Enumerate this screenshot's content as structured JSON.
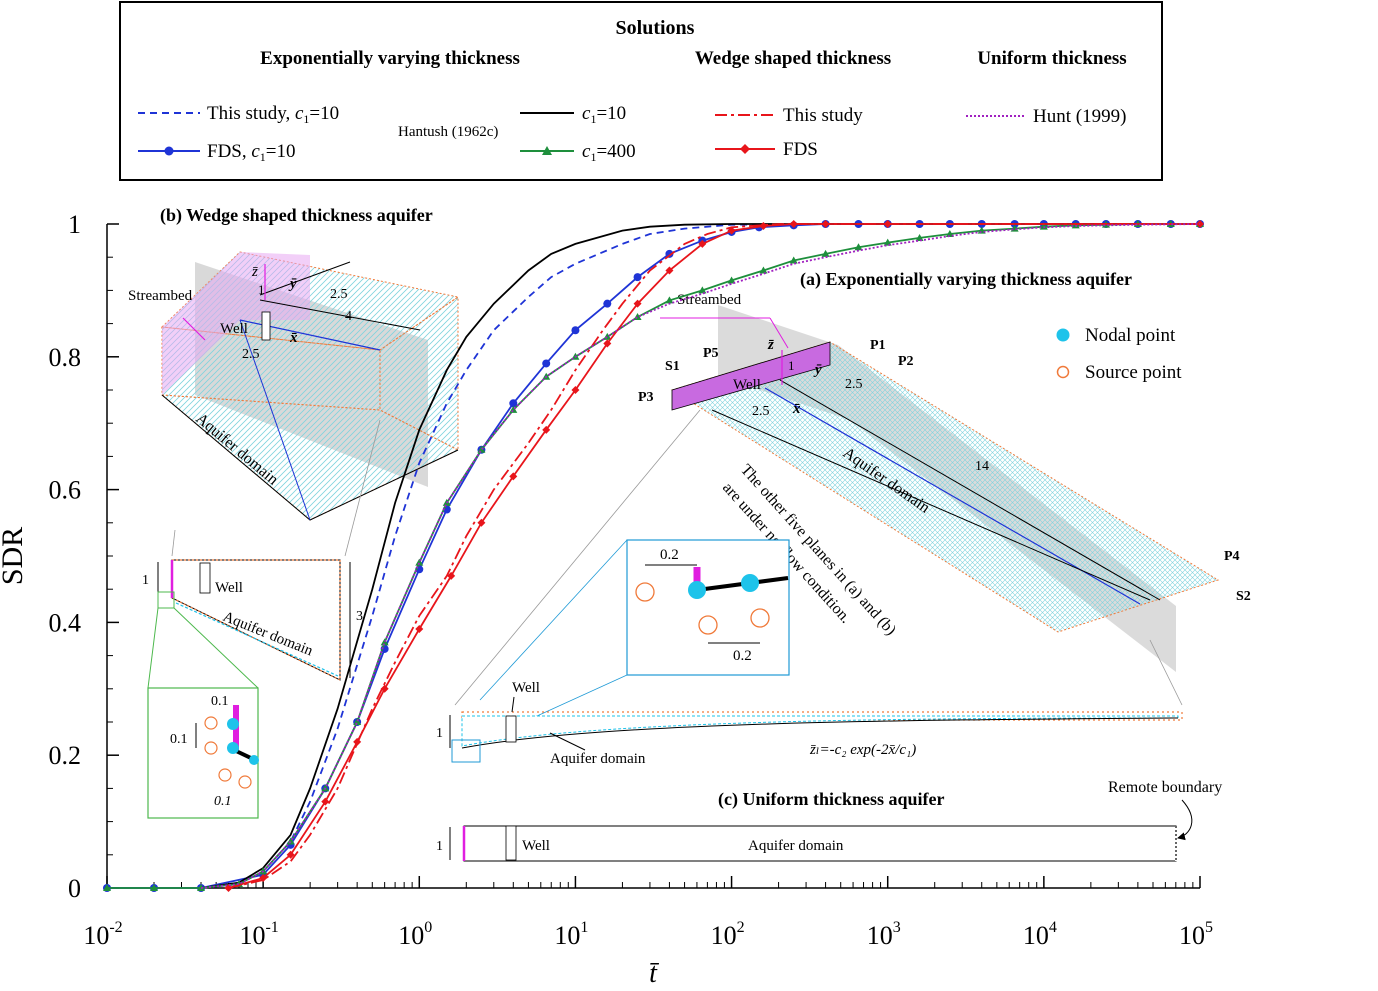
{
  "legend": {
    "title": "Solutions",
    "groups": {
      "exp": "Exponentially varying thickness",
      "wedge": "Wedge shaped thickness",
      "uniform": "Uniform thickness"
    },
    "entries": {
      "this_study_c10": "This study, ",
      "fds_c10": "FDS,  ",
      "c_eq_10": "=10",
      "c_eq_400": "=400",
      "c_sym": "c",
      "c_sub": "1",
      "hantush": "Hantush (1962c)",
      "wedge_this": "This study",
      "wedge_fds": "FDS",
      "hunt": "Hunt (1999)"
    }
  },
  "insets": {
    "b_title": "(b) Wedge shaped thickness aquifer",
    "a_title": "(a) Exponentially varying thickness aquifer",
    "c_title": "(c) Uniform thickness aquifer",
    "streambed": "Streambed",
    "well": "Well",
    "aquifer_domain": "Aquifer domain",
    "nodal_point": "Nodal point",
    "source_point": "Source point",
    "remote_boundary": "Remote boundary",
    "no_flow_line1": "The other five planes in (a) and (b)",
    "no_flow_line2": "are under no-flow condition.",
    "formula": "z̄ₗ=-c₂ exp(-2x̄/c₁)",
    "dims": {
      "one": "1",
      "two_five": "2.5",
      "four": "4",
      "three": "3",
      "fourteen": "14",
      "zero_two": "0.2",
      "zero_one": "0.1"
    },
    "axis_labels": {
      "z": "z̄",
      "y": "ȳ",
      "x": "x̄"
    },
    "points": [
      "S1",
      "P5",
      "P3",
      "P1",
      "P2",
      "P4",
      "S2"
    ]
  },
  "colors": {
    "blue": "#1f34d6",
    "black": "#000000",
    "green": "#1e8f3c",
    "red": "#e8151b",
    "purple": "#a020c0",
    "cyan": "#1ec3ea",
    "orange": "#f07a3a",
    "magenta": "#e01ee0",
    "mesh": "#7fd3dd"
  },
  "chart_data": {
    "type": "line",
    "xlabel": "t̄",
    "ylabel": "SDR",
    "xscale": "log",
    "xlim": [
      0.01,
      100000
    ],
    "ylim": [
      0,
      1
    ],
    "x_ticks": [
      "-2",
      "-1",
      "0",
      "1",
      "2",
      "3",
      "4",
      "5"
    ],
    "y_ticks": [
      "0",
      "0.2",
      "0.4",
      "0.6",
      "0.8",
      "1"
    ],
    "series": [
      {
        "key": "exp_this",
        "color": "#1f34d6",
        "dash": "7,5",
        "marker": "none",
        "x": [
          0.04,
          0.07,
          0.1,
          0.15,
          0.2,
          0.3,
          0.5,
          0.7,
          1,
          1.5,
          2,
          3,
          5,
          7,
          10,
          20,
          30,
          50,
          100,
          300,
          1000,
          100000
        ],
        "y": [
          0,
          0.006,
          0.025,
          0.07,
          0.13,
          0.24,
          0.41,
          0.53,
          0.64,
          0.73,
          0.78,
          0.84,
          0.89,
          0.92,
          0.94,
          0.97,
          0.985,
          0.993,
          0.999,
          1,
          1,
          1
        ]
      },
      {
        "key": "exp_fds",
        "color": "#1f34d6",
        "dash": "",
        "marker": "circle",
        "x": [
          0.01,
          0.02,
          0.04,
          0.1,
          0.15,
          0.25,
          0.4,
          0.6,
          1,
          1.5,
          2.5,
          4,
          6.5,
          10,
          16,
          25,
          40,
          65,
          100,
          150,
          250,
          400,
          650,
          1000,
          1600,
          2500,
          4000,
          6500,
          10000,
          16000,
          25000,
          40000,
          65000,
          100000
        ],
        "y": [
          0,
          0,
          0,
          0.02,
          0.065,
          0.15,
          0.25,
          0.36,
          0.48,
          0.57,
          0.66,
          0.73,
          0.79,
          0.84,
          0.88,
          0.92,
          0.955,
          0.975,
          0.988,
          0.995,
          0.998,
          1,
          1,
          1,
          1,
          1,
          1,
          1,
          1,
          1,
          1,
          1,
          1,
          1
        ]
      },
      {
        "key": "hantush_c10",
        "color": "#000000",
        "dash": "",
        "marker": "none",
        "x": [
          0.04,
          0.07,
          0.1,
          0.15,
          0.2,
          0.3,
          0.5,
          0.7,
          1,
          1.5,
          2,
          3,
          5,
          7,
          10,
          20,
          30,
          50,
          100,
          300,
          1000,
          100000
        ],
        "y": [
          0,
          0.008,
          0.03,
          0.08,
          0.15,
          0.27,
          0.45,
          0.58,
          0.69,
          0.78,
          0.83,
          0.88,
          0.93,
          0.955,
          0.97,
          0.99,
          0.996,
          0.999,
          1,
          1,
          1,
          1
        ]
      },
      {
        "key": "hantush_c400",
        "color": "#1e8f3c",
        "dash": "",
        "marker": "triangle",
        "x": [
          0.01,
          0.02,
          0.04,
          0.07,
          0.1,
          0.15,
          0.25,
          0.4,
          0.6,
          1,
          1.5,
          2.5,
          4,
          6.5,
          10,
          16,
          25,
          40,
          65,
          100,
          160,
          250,
          400,
          650,
          1000,
          1600,
          2500,
          4000,
          6500,
          10000,
          16000,
          25000,
          40000,
          65000,
          100000
        ],
        "y": [
          0,
          0,
          0,
          0.006,
          0.025,
          0.07,
          0.15,
          0.25,
          0.37,
          0.49,
          0.58,
          0.66,
          0.72,
          0.77,
          0.8,
          0.83,
          0.86,
          0.885,
          0.9,
          0.915,
          0.93,
          0.945,
          0.955,
          0.965,
          0.972,
          0.979,
          0.985,
          0.99,
          0.993,
          0.996,
          0.998,
          0.999,
          1,
          1,
          1
        ]
      },
      {
        "key": "wedge_this",
        "color": "#e8151b",
        "dash": "12,4,3,4",
        "marker": "none",
        "x": [
          0.06,
          0.1,
          0.15,
          0.2,
          0.3,
          0.5,
          0.7,
          1,
          1.5,
          2,
          3,
          5,
          7,
          10,
          15,
          20,
          30,
          50,
          70,
          100,
          200,
          1000,
          100000
        ],
        "y": [
          0,
          0.012,
          0.04,
          0.08,
          0.15,
          0.27,
          0.34,
          0.41,
          0.47,
          0.53,
          0.6,
          0.67,
          0.72,
          0.78,
          0.84,
          0.88,
          0.93,
          0.97,
          0.985,
          0.995,
          1,
          1,
          1
        ]
      },
      {
        "key": "wedge_fds",
        "color": "#e8151b",
        "dash": "",
        "marker": "diamond",
        "x": [
          0.06,
          0.1,
          0.15,
          0.25,
          0.4,
          0.6,
          1,
          1.6,
          2.5,
          4,
          6.5,
          10,
          16,
          25,
          40,
          65,
          100,
          160,
          250,
          400,
          1000,
          100000
        ],
        "y": [
          0,
          0.015,
          0.05,
          0.13,
          0.22,
          0.3,
          0.39,
          0.47,
          0.55,
          0.62,
          0.69,
          0.75,
          0.82,
          0.88,
          0.93,
          0.97,
          0.99,
          0.997,
          1,
          1,
          1,
          1
        ]
      },
      {
        "key": "hunt",
        "color": "#a020c0",
        "dash": "2,2",
        "marker": "none",
        "x": [
          0.04,
          0.07,
          0.1,
          0.15,
          0.25,
          0.4,
          0.6,
          1,
          1.5,
          2.5,
          4,
          6.5,
          10,
          16,
          25,
          40,
          65,
          100,
          160,
          250,
          400,
          650,
          1000,
          1600,
          2500,
          4000,
          6500,
          10000,
          16000,
          25000,
          40000,
          100000
        ],
        "y": [
          0,
          0.006,
          0.025,
          0.07,
          0.15,
          0.25,
          0.37,
          0.49,
          0.58,
          0.66,
          0.72,
          0.77,
          0.8,
          0.83,
          0.86,
          0.88,
          0.895,
          0.91,
          0.925,
          0.94,
          0.95,
          0.96,
          0.968,
          0.975,
          0.982,
          0.988,
          0.992,
          0.995,
          0.997,
          0.998,
          0.999,
          1
        ]
      }
    ]
  }
}
